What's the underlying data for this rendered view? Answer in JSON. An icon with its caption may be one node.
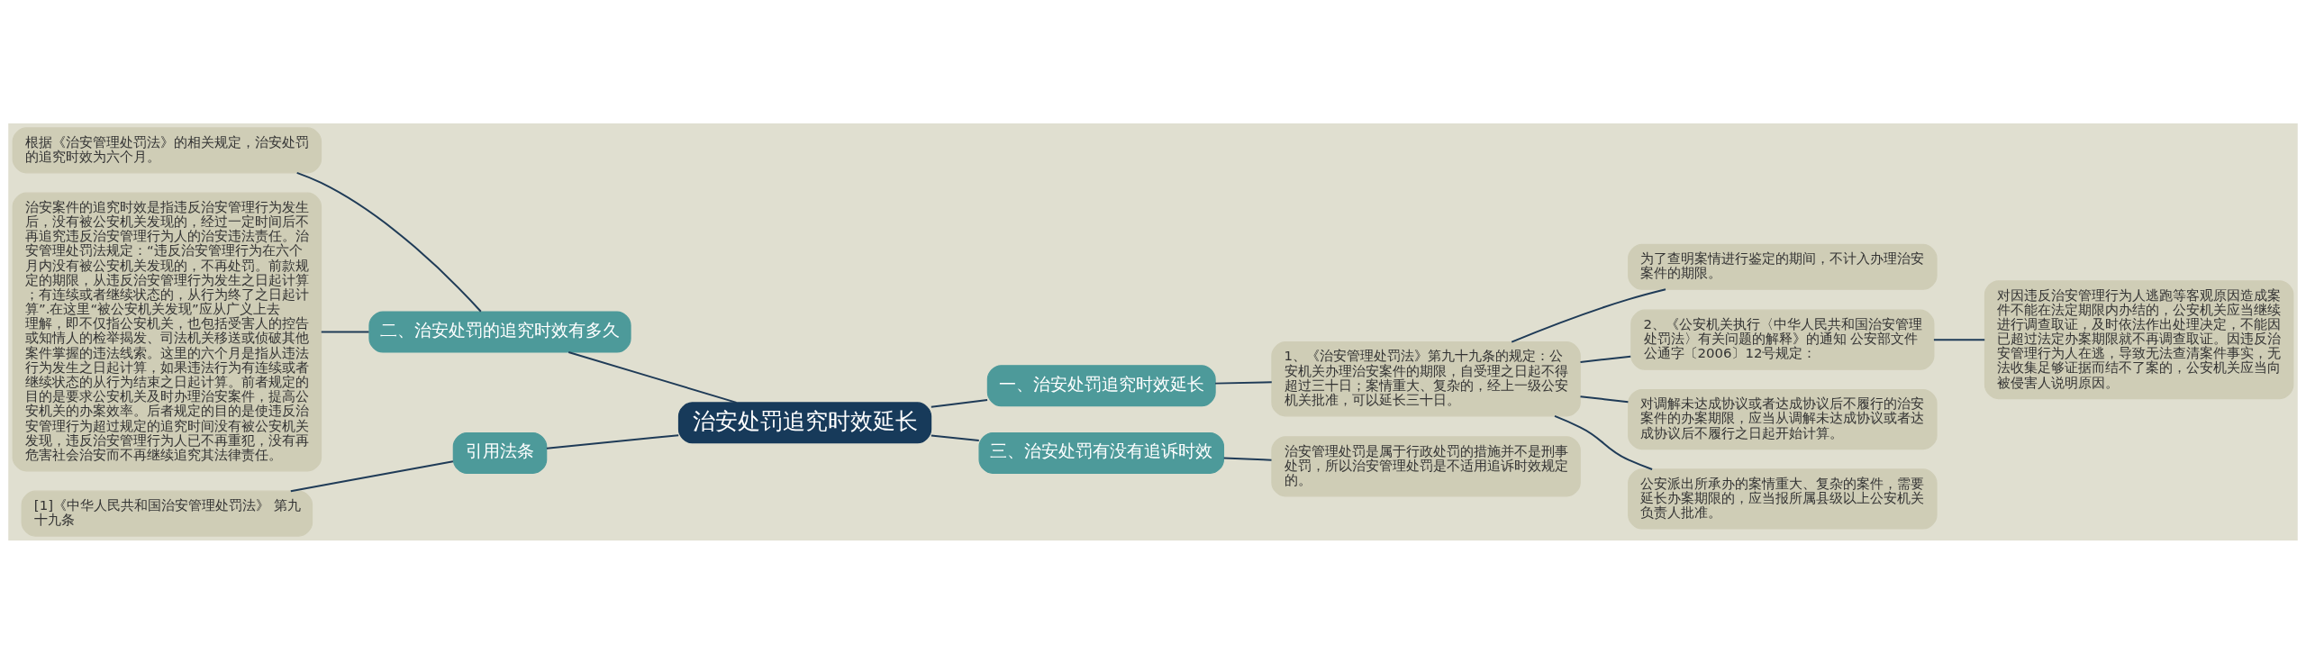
{
  "diagram": {
    "nodes": [
      {
        "text": [
          "根据《治安管理处罚法》的相关规定，治安处罚的追究时效为六个月。"
        ]
      },
      {
        "text": [
          "治安案件的追究时效是指违反治安管理行为发生后，没有被公安机关发现的，经过一定时间后不再追究违反治安管理行为人的治安违法责任。治安管理处罚法规定：“违反治安管理行为在六个月内没有被公安机关发现的，不再处罚。前款规定的期限，从违反治安管理行为发生之日起计算；有连续或者继续状态的，从行为终了之日起计算”.在这里“被公安机关发现”应从广义上去理解，即不仅指公安机关，也包括受害人的控告或知情人的检举揭发、司法机关移送或侦破其他案件掌握的违法线索。这里的六个月是指从违法行为发生之日起计算，如果违法行为有连续或者继续状态的从行为结束之日起计算。前者规定的目的是要求公安机关及时办理治安案件，提高公安机关的办案效率。后者规定的目的是使违反治安管理行为超过规定的追究时间没有被公安机关发现，违反治安管理行为人已不再重犯，没有再危害社会治安而不再继续追究其法律责任。"
        ]
      },
      {
        "text": [
          "二、治安处罚的追究时效有多久"
        ]
      },
      {
        "text": [
          "[1]《中华人民共和国治安管理处罚法》 第九十九条"
        ]
      },
      {
        "text": [
          "引用法条"
        ]
      },
      {
        "text": [
          "治安处罚追究时效延长"
        ]
      },
      {
        "text": [
          "一、治安处罚追究时效延长"
        ]
      },
      {
        "text": [
          "1、《治安管理处罚法》第九十九条的规定：公安机关办理治安案件的期限，自受理之日起不得超过三十日；案情重大、复杂的，经上一级公安机关批准，可以延长三十日。"
        ]
      },
      {
        "text": [
          "为了查明案情进行鉴定的期间，不计入办理治安案件的期限。"
        ]
      },
      {
        "text": [
          "2、《公安机关执行〈中华人民共和国治安管理处罚法〉有关问题的解释》的通知 公安部文件公通字〔2006〕12号规定："
        ]
      },
      {
        "text": [
          "对因违反治安管理行为人逃跑等客观原因造成案件不能在法定期限内办结的，公安机关应当继续进行调查取证，及时依法作出处理决定，不能因已超过法定办案期限就不再调查取证。因违反治安管理行为人在逃，导致无法查清案件事实，无法收集足够证据而结不了案的，公安机关应当向被侵害人说明原因。"
        ]
      },
      {
        "text": [
          "对调解未达成协议或者达成协议后不履行的治安案件的办案期限，应当从调解未达成协议或者达成协议后不履行之日起开始计算。"
        ]
      },
      {
        "text": [
          "公安派出所承办的案情重大、复杂的案件，需要延长办案期限的，应当报所属县级以上公安机关负责人批准。"
        ]
      },
      {
        "text": [
          "三、治安处罚有没有追诉时效"
        ]
      },
      {
        "text": [
          "治安管理处罚是属于行政处罚的措施并不是刑事处罚，所以治安管理处罚是不适用追诉时效规定的。"
        ]
      }
    ],
    "edges": [
      {
        "from": 0,
        "to": 2,
        "arrow": "none"
      },
      {
        "from": 1,
        "to": 2,
        "arrow": "none"
      },
      {
        "from": 2,
        "to": 5,
        "arrow": "none"
      },
      {
        "from": 3,
        "to": 4,
        "arrow": "none"
      },
      {
        "from": 4,
        "to": 5,
        "arrow": "none"
      },
      {
        "from": 5,
        "to": 6,
        "arrow": "none"
      },
      {
        "from": 6,
        "to": 7,
        "arrow": "none"
      },
      {
        "from": 7,
        "to": 8,
        "arrow": "none"
      },
      {
        "from": 7,
        "to": 9,
        "arrow": "none"
      },
      {
        "from": 7,
        "to": 11,
        "arrow": "none"
      },
      {
        "from": 7,
        "to": 12,
        "arrow": "none"
      },
      {
        "from": 9,
        "to": 10,
        "arrow": "none"
      },
      {
        "from": 5,
        "to": 13,
        "arrow": "none"
      },
      {
        "from": 13,
        "to": 14,
        "arrow": "none"
      }
    ]
  }
}
